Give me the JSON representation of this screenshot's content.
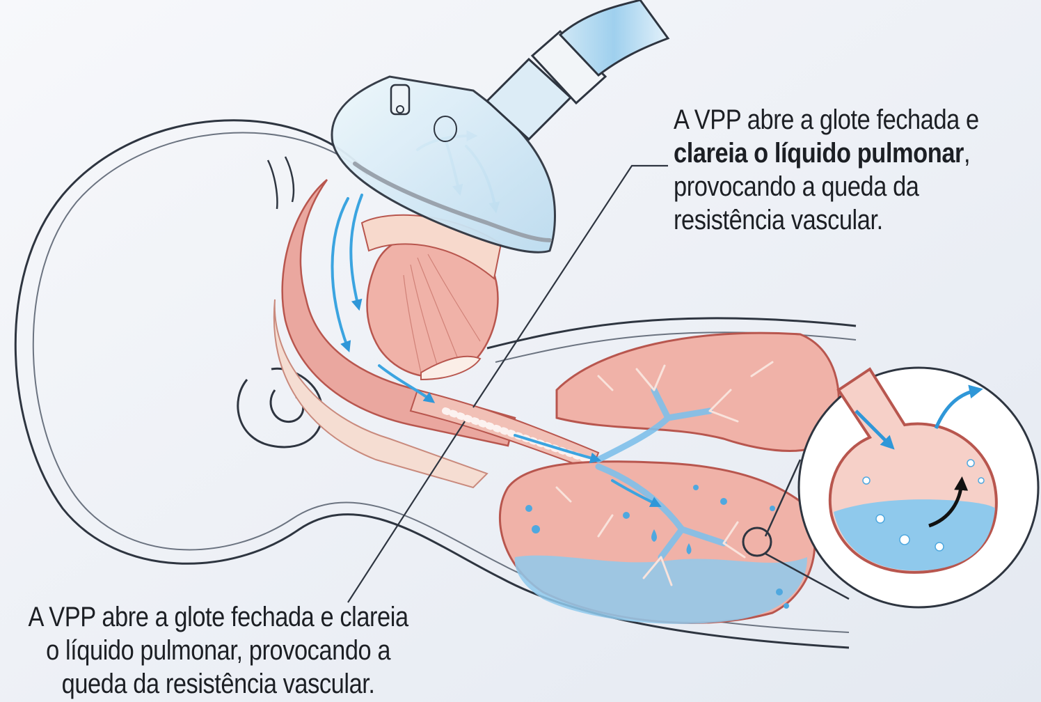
{
  "colors": {
    "background": "#eef1f6",
    "outline": "#2e3540",
    "tissue_pink": "#eaa79f",
    "tissue_pink_light": "#f6d0c8",
    "tissue_edge": "#b8564e",
    "fluid_blue": "#8fc9ec",
    "airflow_blue": "#3ba4e0",
    "mask_glass": "#d9ecf7"
  },
  "callouts": {
    "top": {
      "line1": "A VPP abre a glote fechada e",
      "bold": "clareia o líquido pulmonar",
      "after_bold": ",",
      "line3": "provocando a queda da",
      "line4": "resistência vascular."
    },
    "bottom": {
      "line1": "A VPP abre a glote fechada e clareia",
      "line2": "o líquido pulmonar, provocando a",
      "line3": "queda da resistência vascular."
    }
  },
  "icons": [
    "ventilation-mask-icon",
    "airflow-arrow-icon",
    "alveolus-zoom-icon",
    "fluid-clearance-arrow-icon"
  ]
}
